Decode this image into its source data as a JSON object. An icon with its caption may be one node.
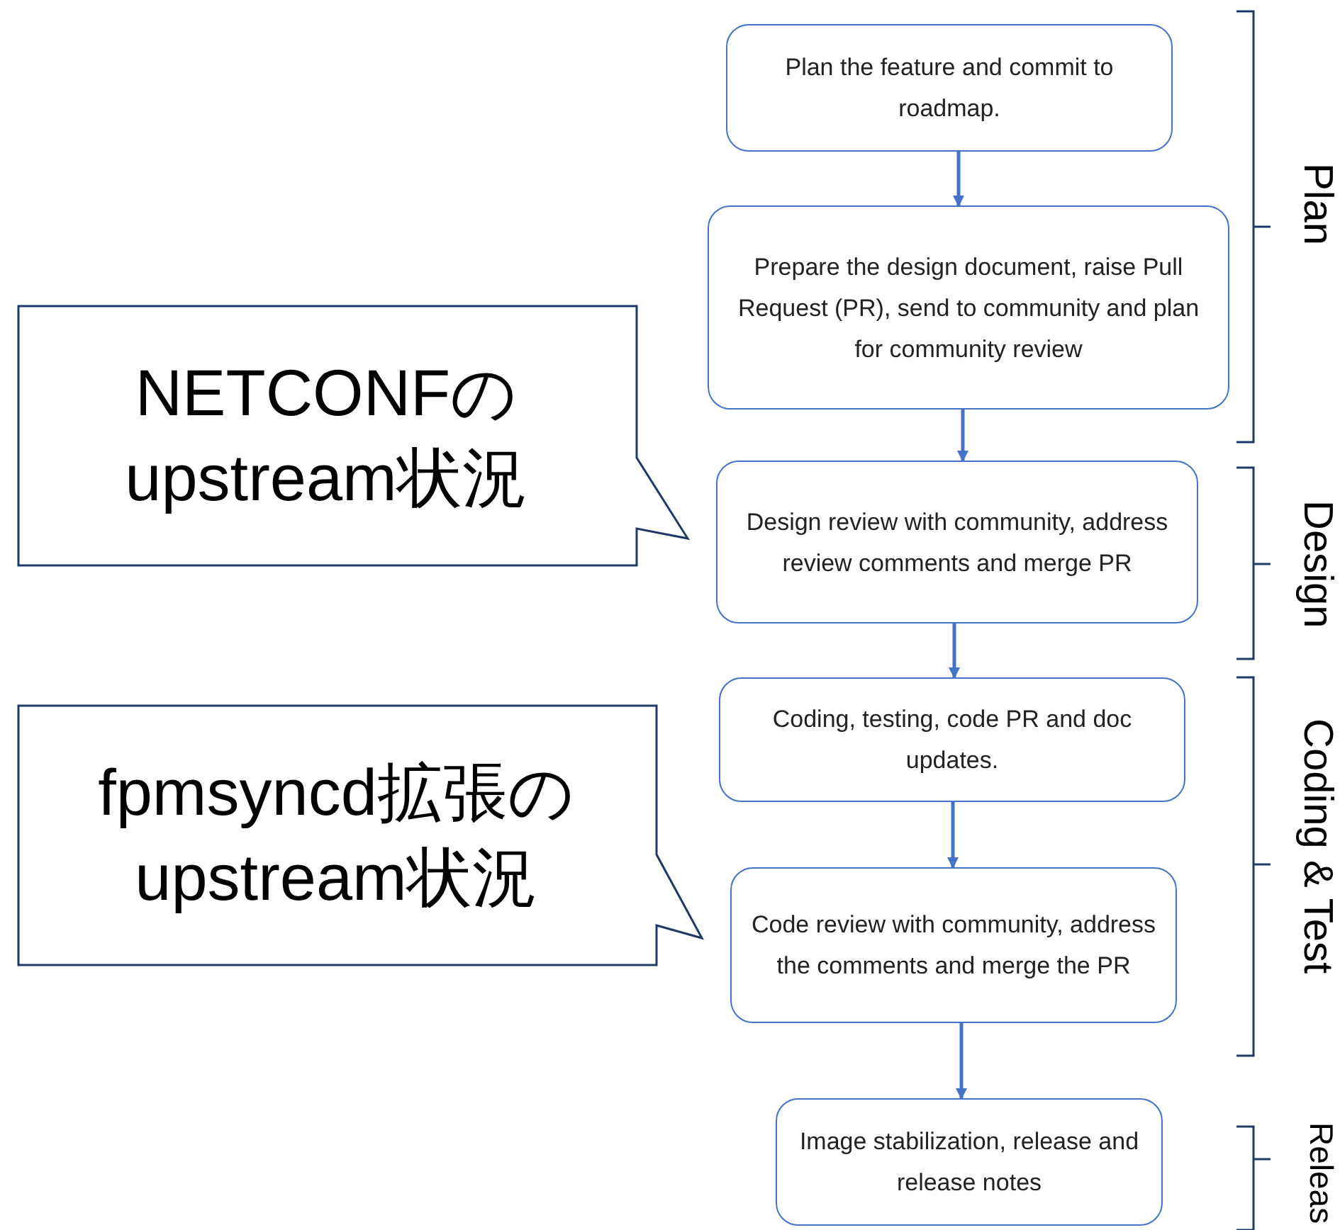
{
  "diagram": {
    "nodes": [
      {
        "text": [
          "Plan the feature and commit to roadmap."
        ]
      },
      {
        "text": [
          "Prepare the design document, raise Pull Request (PR), send to community and plan for community review"
        ]
      },
      {
        "text": [
          "Design review with community, address review comments and merge PR"
        ]
      },
      {
        "text": [
          "Coding, testing, code PR and doc updates."
        ]
      },
      {
        "text": [
          "Code review with community, address the comments and merge the PR"
        ]
      },
      {
        "text": [
          "Image stabilization, release and release notes"
        ]
      },
      {
        "text": [
          "NETCONFのupstream状況"
        ]
      },
      {
        "text": [
          "fpmsyncd拡張のupstream状況"
        ]
      }
    ],
    "edges": [
      {
        "from": 0,
        "to": 1,
        "arrow": "to"
      },
      {
        "from": 1,
        "to": 2,
        "arrow": "to"
      },
      {
        "from": 2,
        "to": 3,
        "arrow": "to"
      },
      {
        "from": 3,
        "to": 4,
        "arrow": "to"
      },
      {
        "from": 4,
        "to": 5,
        "arrow": "to"
      }
    ],
    "labels": [
      "Plan",
      "Design",
      "Coding & Test",
      "Releas"
    ]
  }
}
